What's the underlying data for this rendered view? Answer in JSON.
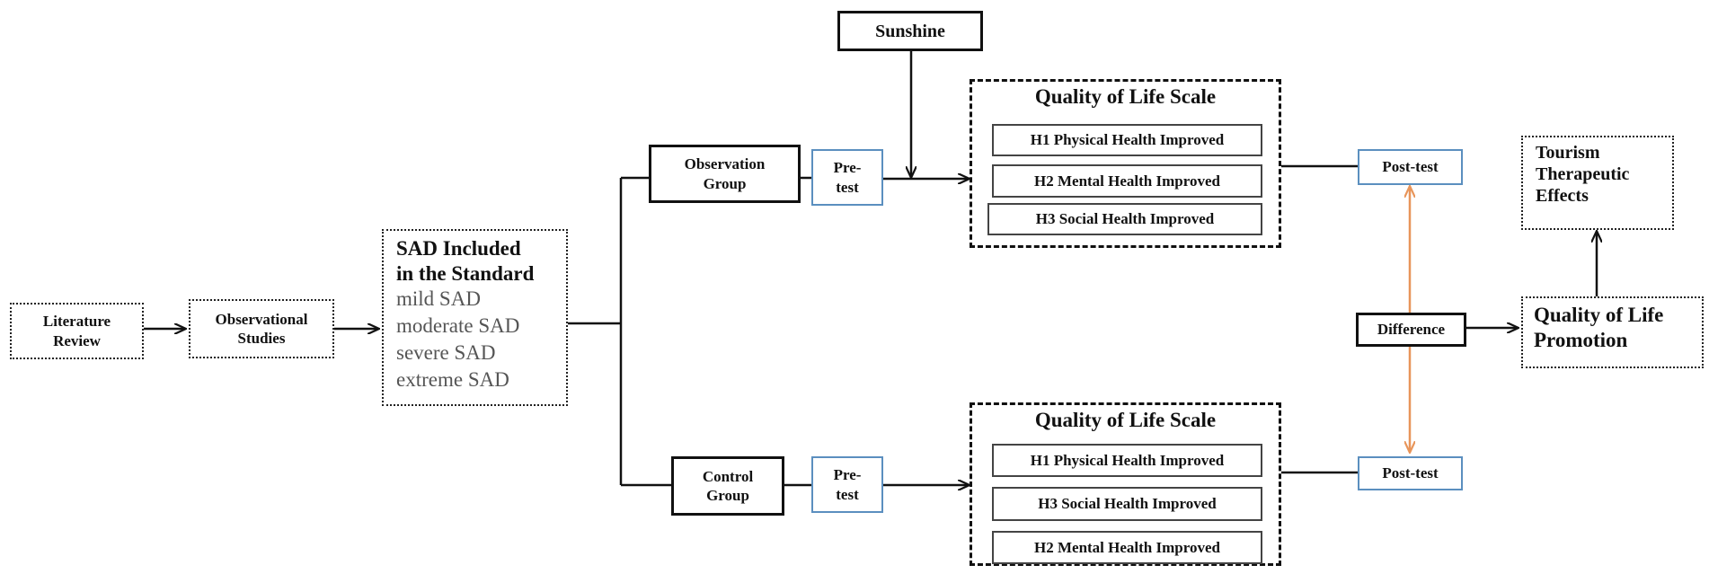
{
  "nodes": {
    "literature": [
      "Literature",
      "Review"
    ],
    "observational": [
      "Observational",
      "Studies"
    ],
    "sad": {
      "heading": [
        "SAD Included",
        "in the Standard"
      ],
      "levels": [
        "mild SAD",
        "moderate SAD",
        "severe SAD",
        "extreme SAD"
      ]
    },
    "observation_group": [
      "Observation",
      "Group"
    ],
    "control_group": [
      "Control",
      "Group"
    ],
    "pretest_obs": [
      "Pre-",
      "test"
    ],
    "pretest_ctrl": [
      "Pre-",
      "test"
    ],
    "sunshine": "Sunshine",
    "qol_top": {
      "title": "Quality of Life Scale",
      "items": [
        "H1  Physical Health Improved",
        "H2  Mental Health Improved",
        "H3  Social Health Improved"
      ]
    },
    "qol_bottom": {
      "title": "Quality of Life Scale",
      "items": [
        "H1  Physical Health Improved",
        "H3  Social Health Improved",
        "H2  Mental Health Improved"
      ]
    },
    "posttest_top": "Post-test",
    "posttest_bottom": "Post-test",
    "difference": "Difference",
    "promotion": [
      "Quality of Life",
      "Promotion"
    ],
    "therapeutic": [
      "Tourism",
      "Therapeutic",
      "Effects"
    ]
  },
  "colors": {
    "line": "#111111",
    "orange": "#e8955a",
    "blue_border": "#5b8fbf",
    "muted_text": "#555555"
  }
}
